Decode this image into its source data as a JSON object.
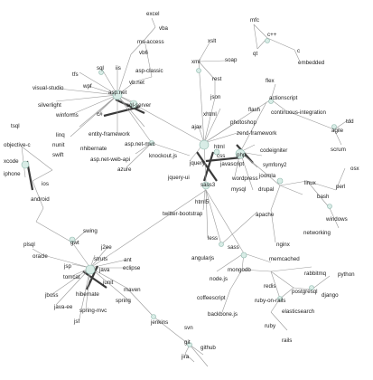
{
  "graph": {
    "labels": {
      "excel": "excel",
      "vba": "vba",
      "ms_access": "ms-access",
      "vb6": "vb6",
      "mfc": "mfc",
      "cpp": "c++",
      "qt": "qt",
      "c": "c",
      "embedded": "embedded",
      "xslt": "xslt",
      "xml": "xml",
      "soap": "soap",
      "rest": "rest",
      "json": "json",
      "sql": "sql",
      "iis": "iis",
      "asp_classic": "asp-classic",
      "tfs": "tfs",
      "wpf": "wpf",
      "vb_net": "vb.net",
      "asp_net": "asp.net",
      "visual_studio": "visual-studio",
      "silverlight": "silverlight",
      "winforms": "winforms",
      "csharp": "c#",
      "sql_server": "sql-server",
      "tsql": "tsql",
      "linq": "linq",
      "entity_framework": "entity-framework",
      "nunit": "nunit",
      "nhibernate": "nhibernate",
      "asp_net_mvc": "asp.net-mvc",
      "asp_net_web_api": "asp.net-web-api",
      "azure": "azure",
      "knockout": "knockout.js",
      "flex": "flex",
      "actionscript": "actionscript",
      "flash": "flash",
      "ci": "continuous-integration",
      "tdd": "tdd",
      "agile": "agile",
      "scrum": "scrum",
      "xhtml": "xhtml",
      "ajax": "ajax",
      "photoshop": "photoshop",
      "zend": "zend-framework",
      "html": "html",
      "css": "css",
      "php": "php",
      "codeigniter": "codeigniter",
      "jquery": "jquery",
      "javascript": "javascript",
      "symfony2": "symfony2",
      "joomla": "joomla",
      "jquery_ui": "jquery-ui",
      "wordpress": "wordpress",
      "drupal": "drupal",
      "linux": "linux",
      "perl": "perl",
      "osx": "osx",
      "sass3": "sass3",
      "mysql": "mysql",
      "bash": "bash",
      "html5": "html5",
      "windows": "windows",
      "apache": "apache",
      "networking": "networking",
      "twitter_bootstrap": "twitter-bootstrap",
      "objective_c": "objective-c",
      "swift": "swift",
      "xcode": "xcode",
      "iphone": "iphone",
      "ios": "ios",
      "android": "android",
      "swing": "swing",
      "gwt": "gwt",
      "plsql": "plsql",
      "oracle": "oracle",
      "j2ee": "j2ee",
      "ant": "ant",
      "jsp": "jsp",
      "struts": "struts",
      "eclipse": "eclipse",
      "tomcat": "tomcat",
      "java": "java",
      "junit": "junit",
      "jboss": "jboss",
      "hibernate": "hibernate",
      "maven": "maven",
      "java_ee": "java-ee",
      "spring": "spring",
      "spring_mvc": "spring-mvc",
      "jsf": "jsf",
      "less": "less",
      "sass": "sass",
      "nginx": "nginx",
      "angularjs": "angularjs",
      "memcached": "memcached",
      "mongodb": "mongodb",
      "nodejs": "node.js",
      "rabbitmq": "rabbitmq",
      "python": "python",
      "redis": "redis",
      "postgresql": "postgresql",
      "django": "django",
      "coffeescript": "coffeescript",
      "ruby_on_rails": "ruby-on-rails",
      "backbone": "backbone.js",
      "elasticsearch": "elasticsearch",
      "ruby": "ruby",
      "rails": "rails",
      "jenkins": "jenkins",
      "svn": "svn",
      "git": "git",
      "github": "github",
      "jira": "jira"
    }
  }
}
